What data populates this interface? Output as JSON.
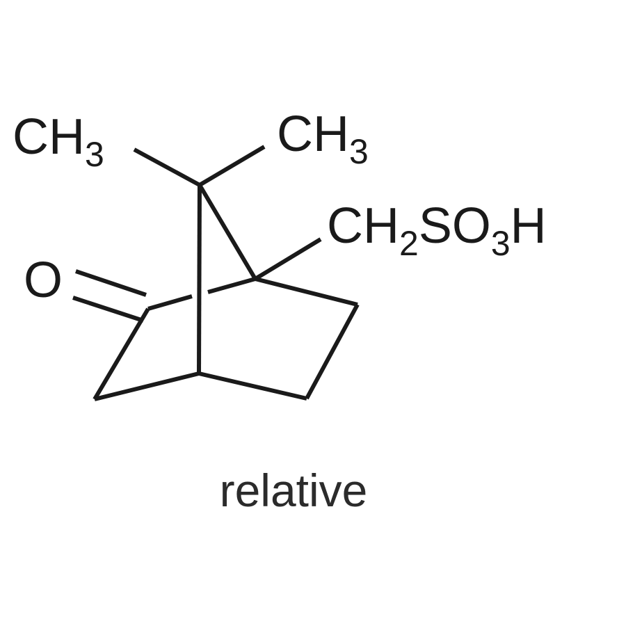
{
  "figure": {
    "kind": "chemical-structure-diagram",
    "background_color": "#ffffff",
    "line_color": "#1a1a1a",
    "text_color": "#1a1a1a",
    "caption_color": "#2b2b2b"
  },
  "labels": {
    "methyl_left": {
      "formula": "CH",
      "subscript": "3"
    },
    "methyl_right": {
      "formula": "CH",
      "subscript": "3"
    },
    "oxygen": {
      "symbol": "O"
    },
    "sulfonic_group": {
      "part1": "CH",
      "sub1": "2",
      "part2": "SO",
      "sub2": "3",
      "part3": "H"
    }
  },
  "caption": {
    "text": "relative"
  }
}
